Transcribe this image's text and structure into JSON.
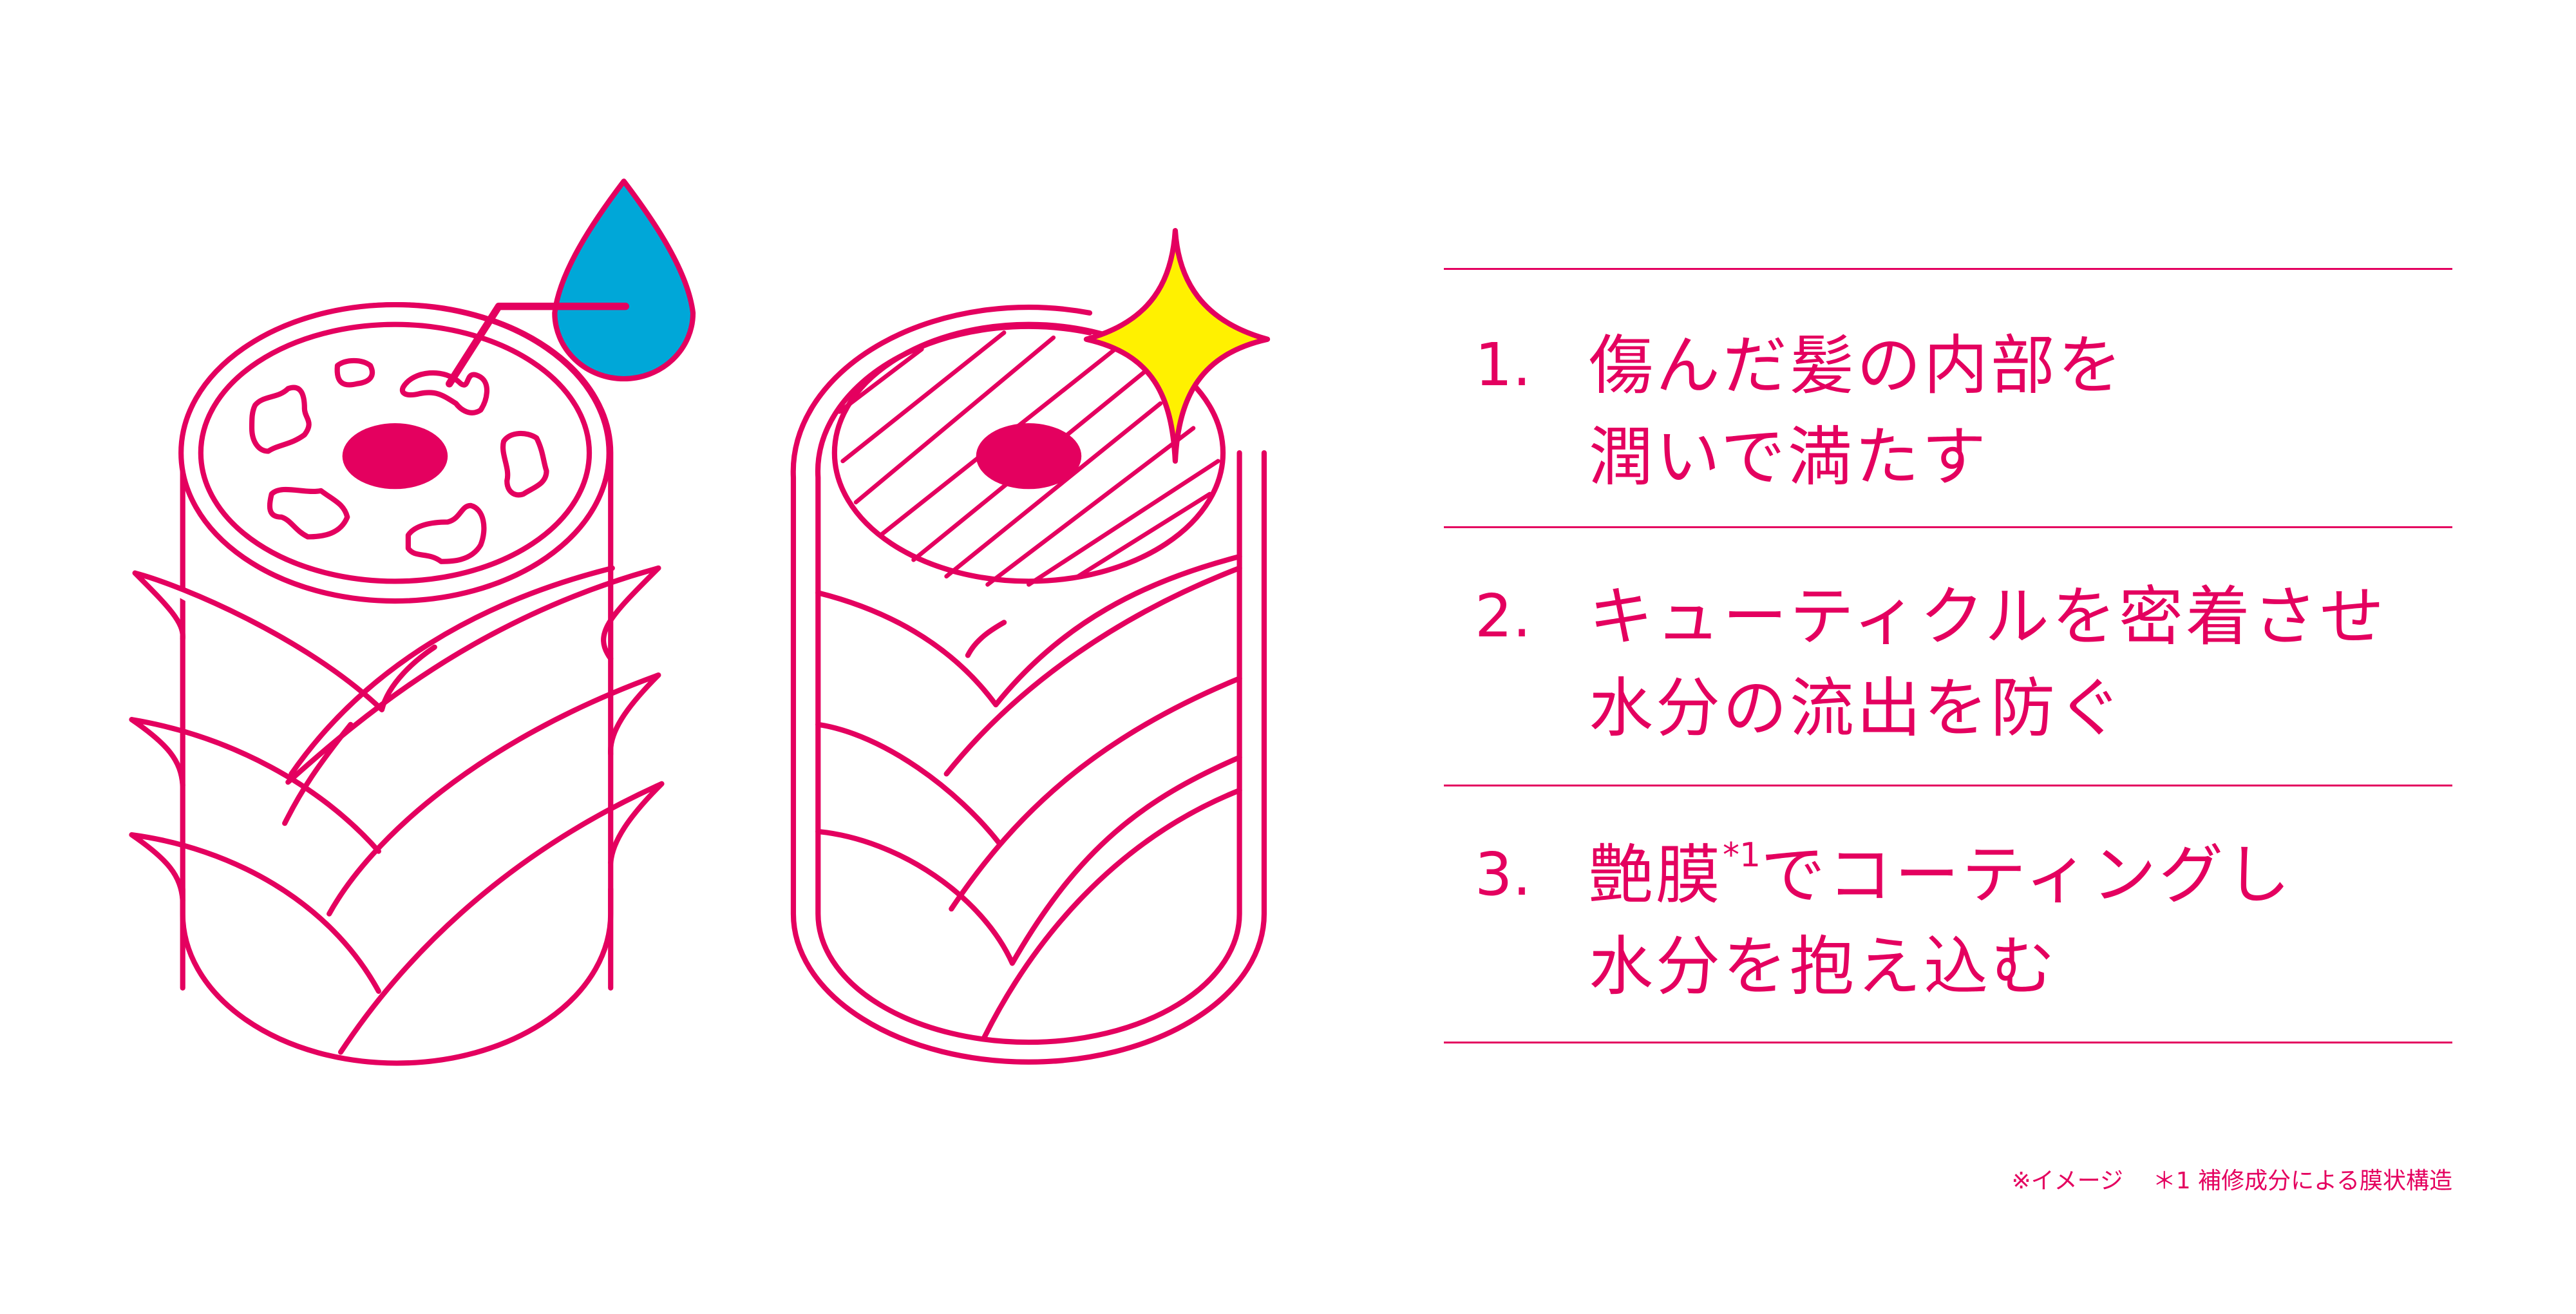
{
  "colors": {
    "accent": "#e4005f",
    "water": "#00a7d8",
    "sparkle": "#fff100"
  },
  "icons": [
    "damaged-hair-icon",
    "water-drop-icon",
    "repaired-hair-icon",
    "sparkle-icon"
  ],
  "points": [
    {
      "number": "1.",
      "line1": "傷んだ髪の内部を",
      "line2": "潤いで満たす"
    },
    {
      "number": "2.",
      "line1": "キューティクルを密着させ",
      "line2": "水分の流出を防ぐ"
    },
    {
      "number": "3.",
      "line1a": "艶膜",
      "sup": "*1",
      "line1b": "でコーティングし",
      "line2": "水分を抱え込む"
    }
  ],
  "footnote": {
    "image_note": "※イメージ",
    "note1": "＊1 補修成分による膜状構造"
  }
}
